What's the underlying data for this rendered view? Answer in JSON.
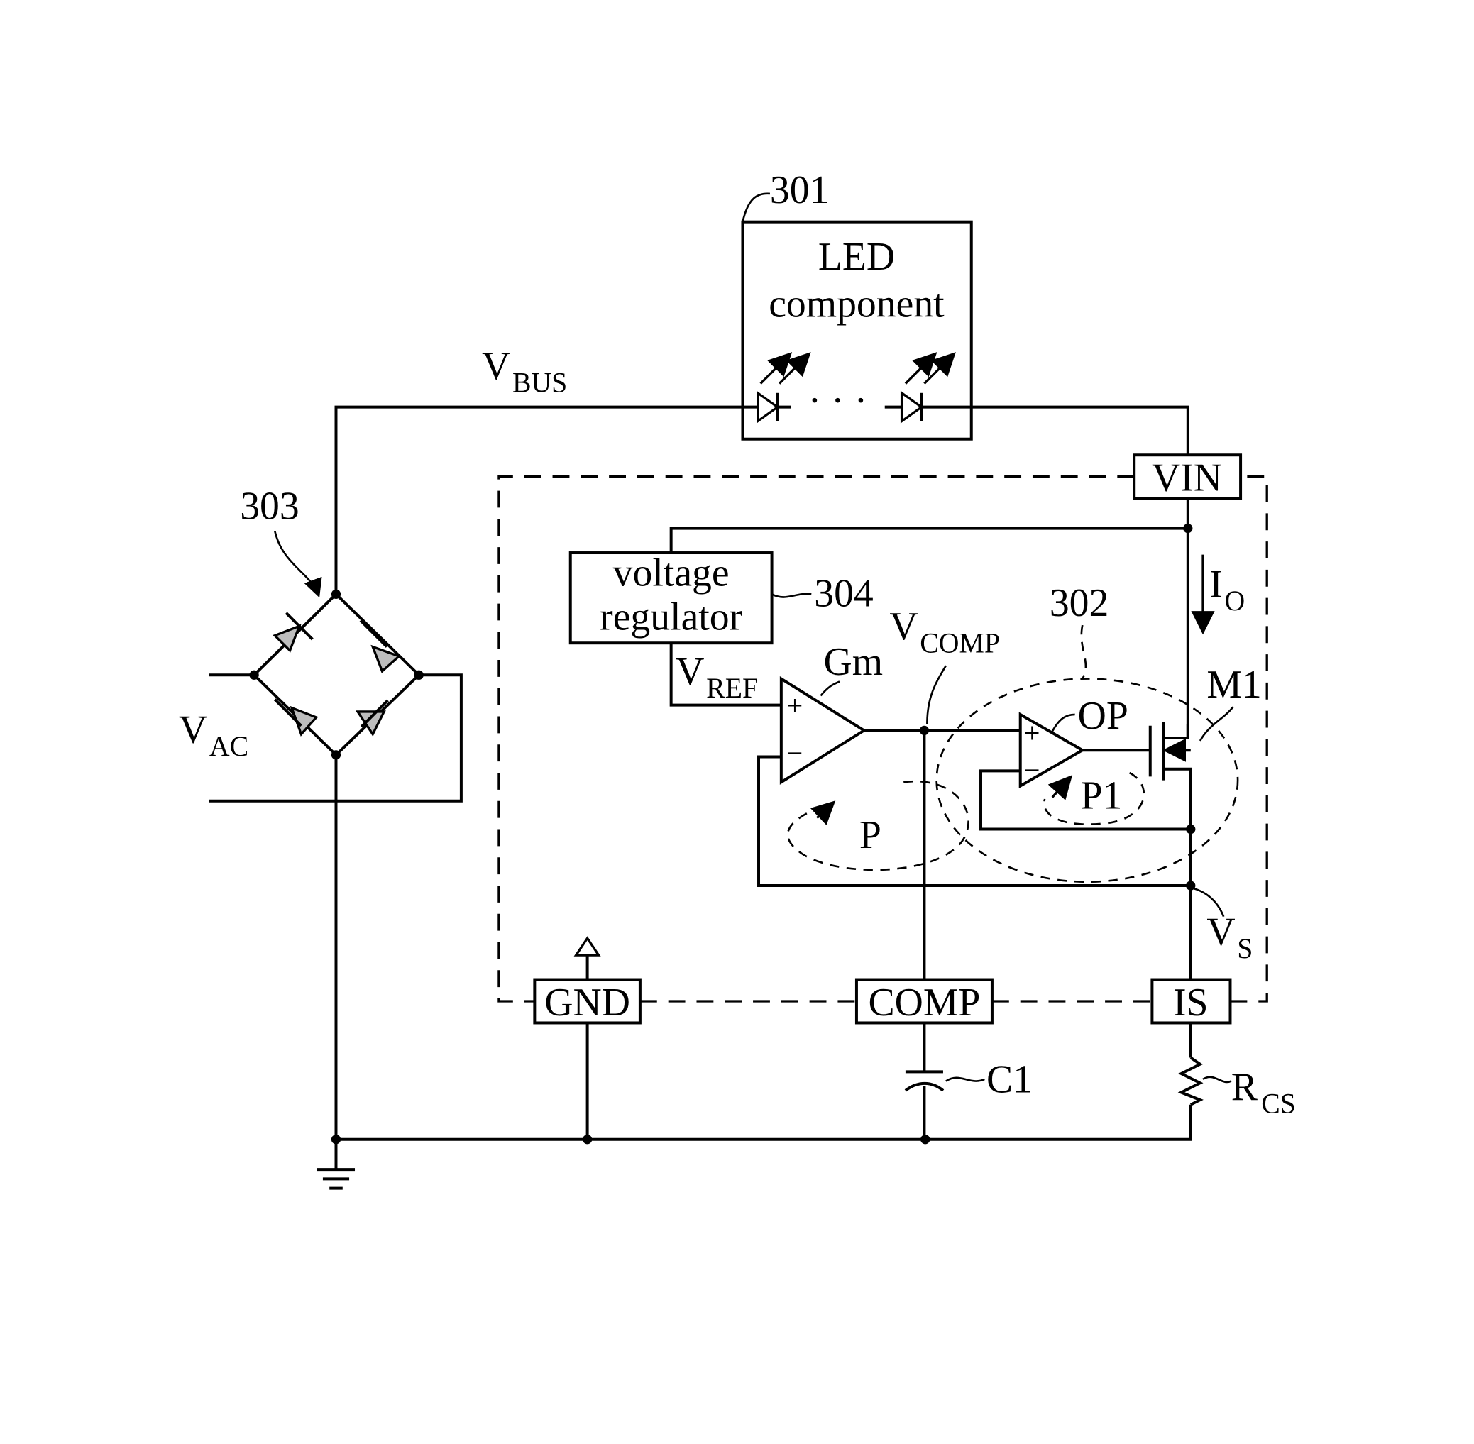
{
  "labels": {
    "ref_301": "301",
    "ref_302": "302",
    "ref_303": "303",
    "ref_304": "304",
    "led_line1": "LED",
    "led_line2": "component",
    "vreg_line1": "voltage",
    "vreg_line2": "regulator",
    "vbus_main": "V",
    "vbus_sub": "BUS",
    "vac_main": "V",
    "vac_sub": "AC",
    "vref_main": "V",
    "vref_sub": "REF",
    "vcomp_main": "V",
    "vcomp_sub": "COMP",
    "vs_main": "V",
    "vs_sub": "S",
    "io_main": "I",
    "io_sub": "O",
    "rcs_main": "R",
    "rcs_sub": "CS",
    "gm": "Gm",
    "op": "OP",
    "m1": "M1",
    "c1": "C1",
    "p": "P",
    "p1": "P1",
    "plus": "+",
    "minus": "−",
    "ellipsis": "· · ·"
  },
  "pins": {
    "vin": "VIN",
    "gnd": "GND",
    "comp": "COMP",
    "is": "IS"
  }
}
